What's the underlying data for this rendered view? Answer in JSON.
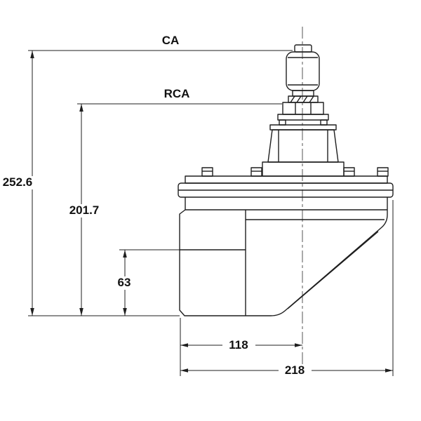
{
  "drawing": {
    "component": "pulse-jet-valve-side-elevation",
    "colors": {
      "line": "#1f1f1f",
      "centerline": "#555555",
      "background": "#ffffff"
    },
    "labels": {
      "model_ca": "CA",
      "model_rca": "RCA"
    },
    "dimensions": {
      "overall_height_ca": "252.6",
      "overall_height_rca": "201.7",
      "inlet_bore_height": "63",
      "inlet_face_to_center": "118",
      "overall_width": "218"
    }
  }
}
